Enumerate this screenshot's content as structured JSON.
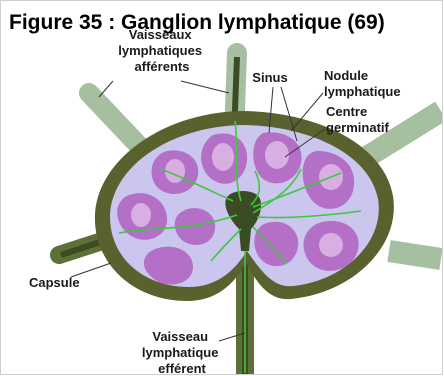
{
  "figure": {
    "title": "Figure 35 : Ganglion lymphatique (69)"
  },
  "labels": {
    "afferent": [
      "Vaisseaux",
      "lymphatiques",
      "afférents"
    ],
    "sinus": "Sinus",
    "nodule": [
      "Nodule",
      "lymphatique"
    ],
    "centre": [
      "Centre",
      "germinatif"
    ],
    "capsule": "Capsule",
    "efferent": [
      "Vaisseau",
      "lymphatique",
      "efférent"
    ]
  },
  "colors": {
    "capsule": "#59612f",
    "vessel": "#a7bfa1",
    "sinus_bg": "#cbc6ee",
    "nodule": "#b46fc6",
    "centre": "#d8aee3",
    "vessel_core": "#3b4c24",
    "lymph_green": "#3ec83e"
  }
}
